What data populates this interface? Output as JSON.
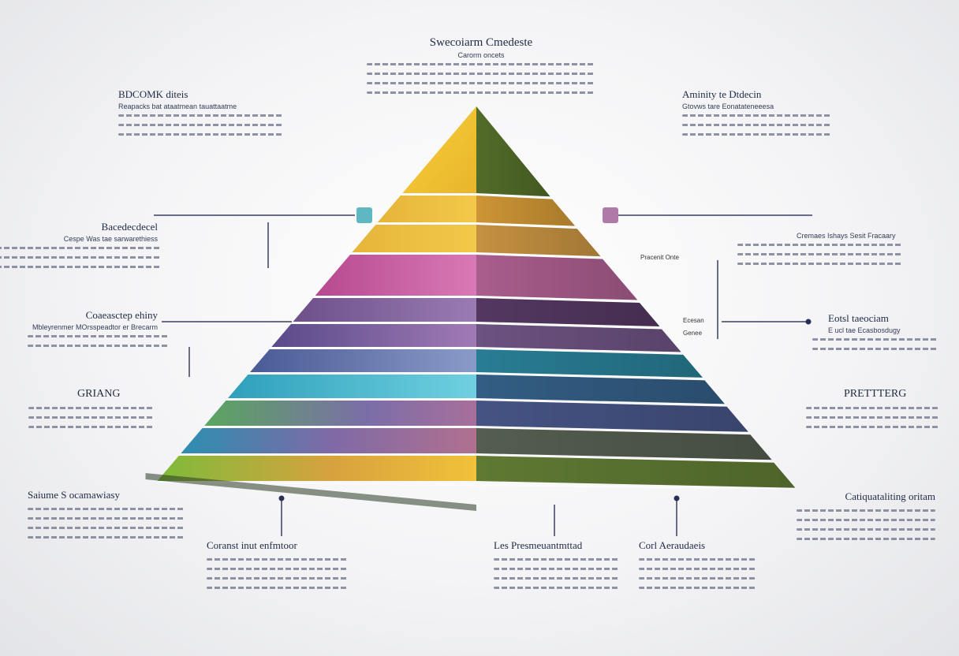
{
  "diagram": {
    "top_label": "Swecoiarm Cmedeste",
    "top_sub": "Carorm oncets",
    "left_blocks": [
      {
        "id": "tl",
        "title": "BDCOMK diteis",
        "sub": "Reapacks bat ataatmean tauattaatme"
      },
      {
        "id": "l2",
        "title": "Bacedecdecel",
        "sub": "Cespe Was tae sarwarethiess"
      },
      {
        "id": "l3",
        "title": "Coaeasctep ehiny",
        "sub": "Mbleyrenmer MOrsspeadtor er Brecarm"
      },
      {
        "id": "l4",
        "title": "GRIANG",
        "sub": ""
      },
      {
        "id": "l5",
        "title": "Saiume S ocamawiasy",
        "sub": ""
      }
    ],
    "right_blocks": [
      {
        "id": "tr",
        "title": "Aminity te Dtdecin",
        "sub": "Gtovws tare Eonatateneeesa"
      },
      {
        "id": "r2",
        "title": "",
        "sub": "Cremaes Ishays Sesit Fracaary"
      },
      {
        "id": "r3",
        "title": "Eotsl taeociam",
        "sub": "E ucl tae Ecasbosdugy"
      },
      {
        "id": "r4",
        "title": "PRETTTERG",
        "sub": ""
      },
      {
        "id": "r5",
        "title": "Catiquataliting oritam",
        "sub": ""
      }
    ],
    "bottom_blocks": [
      {
        "id": "b1",
        "title": "Coranst inut enfmtoor"
      },
      {
        "id": "b2",
        "title": "Les Presmeuantmttad"
      },
      {
        "id": "b3",
        "title": "Corl Aeraudaeis"
      }
    ],
    "small_labels": [
      "Pracenit Onte",
      "Ecesan",
      "Genee"
    ],
    "colors": {
      "yellow": "#f0c531",
      "olive": "#5d7a2e",
      "gold": "#e9a93c",
      "pink": "#c45a9a",
      "purple": "#7a4c86",
      "teal": "#2b93a8",
      "blue": "#3c6fa0",
      "green": "#6aa23a"
    }
  }
}
